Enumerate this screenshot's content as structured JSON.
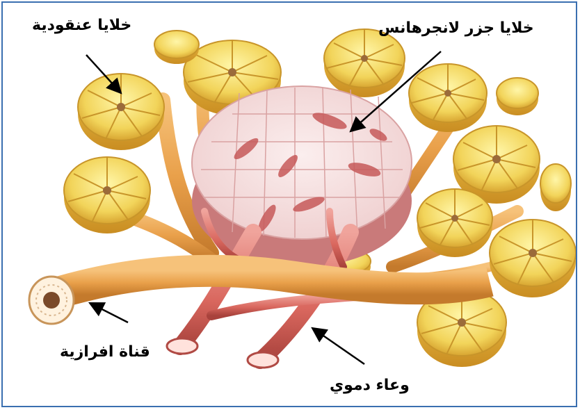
{
  "labels": {
    "acinar": "خلايا عنقودية",
    "islet": "خلايا جزر لانجرهانس",
    "duct": "قناة افرازية",
    "vessel": "وعاء دموي"
  },
  "colors": {
    "border": "#3a6fb0",
    "acinus": "#f2d45a",
    "islet": "#f6e2e2",
    "duct": "#e9a04a",
    "vessel": "#d9675e"
  }
}
